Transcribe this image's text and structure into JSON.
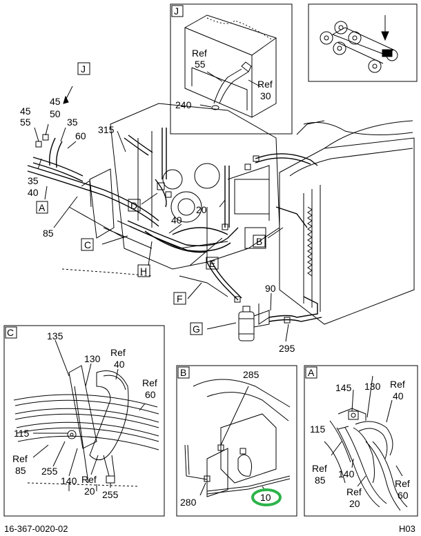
{
  "panels": {
    "J": {
      "tag": "J"
    },
    "C": {
      "tag": "C"
    },
    "B": {
      "tag": "B"
    },
    "A": {
      "tag": "A"
    }
  },
  "main_boxes": [
    "J",
    "A",
    "C",
    "D",
    "H",
    "E",
    "B",
    "F",
    "G"
  ],
  "labels": {
    "panel_j": {
      "ref55_a": "Ref",
      "ref55_b": "55",
      "ref30_a": "Ref",
      "ref30_b": "30",
      "p240": "240"
    },
    "main": {
      "c45a": "45",
      "c50": "50",
      "c45b": "45",
      "c55": "55",
      "c35a": "35",
      "c60": "60",
      "c35b": "35",
      "c40a": "40",
      "c85": "85",
      "c315": "315",
      "c20": "20",
      "c40b": "40",
      "c90": "90",
      "c295": "295"
    },
    "panel_c": {
      "p135": "135",
      "p130": "130",
      "ref40_a": "Ref",
      "ref40_b": "40",
      "ref60_a": "Ref",
      "ref60_b": "60",
      "p115": "115",
      "ref85_a": "Ref",
      "ref85_b": "85",
      "p255a": "255",
      "p140": "140",
      "ref20_a": "Ref",
      "ref20_b": "20",
      "p255b": "255"
    },
    "panel_b": {
      "p285": "285",
      "p280": "280",
      "p10": "10"
    },
    "panel_a": {
      "p145": "145",
      "p130": "130",
      "ref40_a": "Ref",
      "ref40_b": "40",
      "p115": "115",
      "ref85_a": "Ref",
      "ref85_b": "85",
      "p140": "140",
      "ref20_a": "Ref",
      "ref20_b": "20",
      "ref60_a": "Ref",
      "ref60_b": "60"
    }
  },
  "footer": {
    "left": "16-367-0020-02",
    "right": "H03"
  },
  "colors": {
    "line": "#000000",
    "highlight_circle": "#2db34a",
    "background": "#ffffff"
  }
}
